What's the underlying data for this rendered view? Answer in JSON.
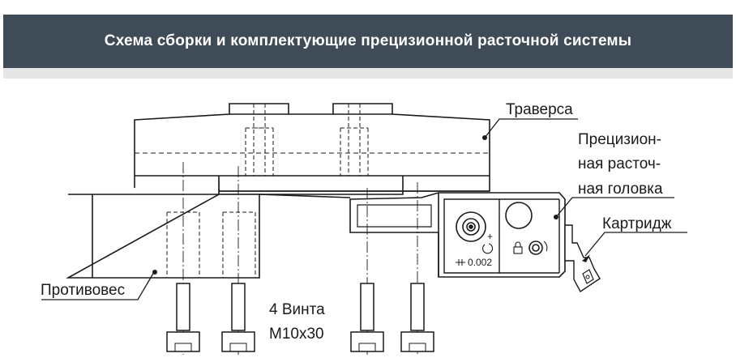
{
  "header": {
    "title": "Схема сборки и комплектующие прецизионной расточной системы"
  },
  "labels": {
    "traverse": "Траверса",
    "head_line1": "Прецизион-",
    "head_line2": "ная расточ-",
    "head_line3": "ная головка",
    "cartridge": "Картридж",
    "counterweight": "Противовес",
    "screws_line1": "4 Винта",
    "screws_line2": "M10x30",
    "dial_value": "0.002",
    "dial_plus": "+"
  },
  "colors": {
    "banner": "#3f4b57",
    "banner_text": "#ffffff",
    "line": "#1a1a1a",
    "fill": "#ffffff"
  }
}
